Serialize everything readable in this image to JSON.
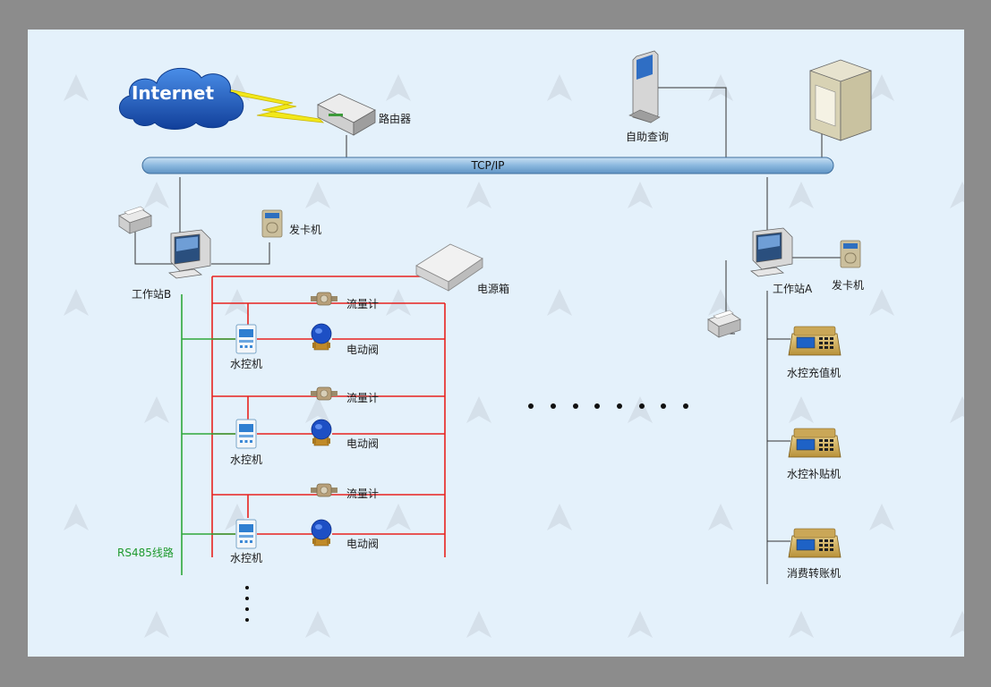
{
  "internet_label": "Internet",
  "router_label": "路由器",
  "kiosk_label": "自助查询",
  "bus_label": "TCP/IP",
  "workstation_b_label": "工作站B",
  "card_issuer_b_label": "发卡机",
  "power_box_label": "电源箱",
  "rs485_label": "RS485线路",
  "workstation_a_label": "工作站A",
  "card_issuer_a_label": "发卡机",
  "water_rows": [
    {
      "flowmeter": "流量计",
      "valve": "电动阀",
      "controller": "水控机"
    },
    {
      "flowmeter": "流量计",
      "valve": "电动阀",
      "controller": "水控机"
    },
    {
      "flowmeter": "流量计",
      "valve": "电动阀",
      "controller": "水控机"
    }
  ],
  "terminals": [
    {
      "label": "水控充值机"
    },
    {
      "label": "水控补贴机"
    },
    {
      "label": "消费转账机"
    }
  ],
  "colors": {
    "power_line": "#e8231f",
    "rs485_line": "#2ea83a",
    "network_line": "#333333",
    "bus_fill": "#9cc3e2",
    "cloud": "#1f63c9"
  },
  "icons": [
    "cloud-icon",
    "router-icon",
    "kiosk-icon",
    "server-icon",
    "printer-icon",
    "computer-icon",
    "card-reader-icon",
    "power-box-icon",
    "flowmeter-icon",
    "valve-icon",
    "water-controller-icon",
    "terminal-icon"
  ]
}
